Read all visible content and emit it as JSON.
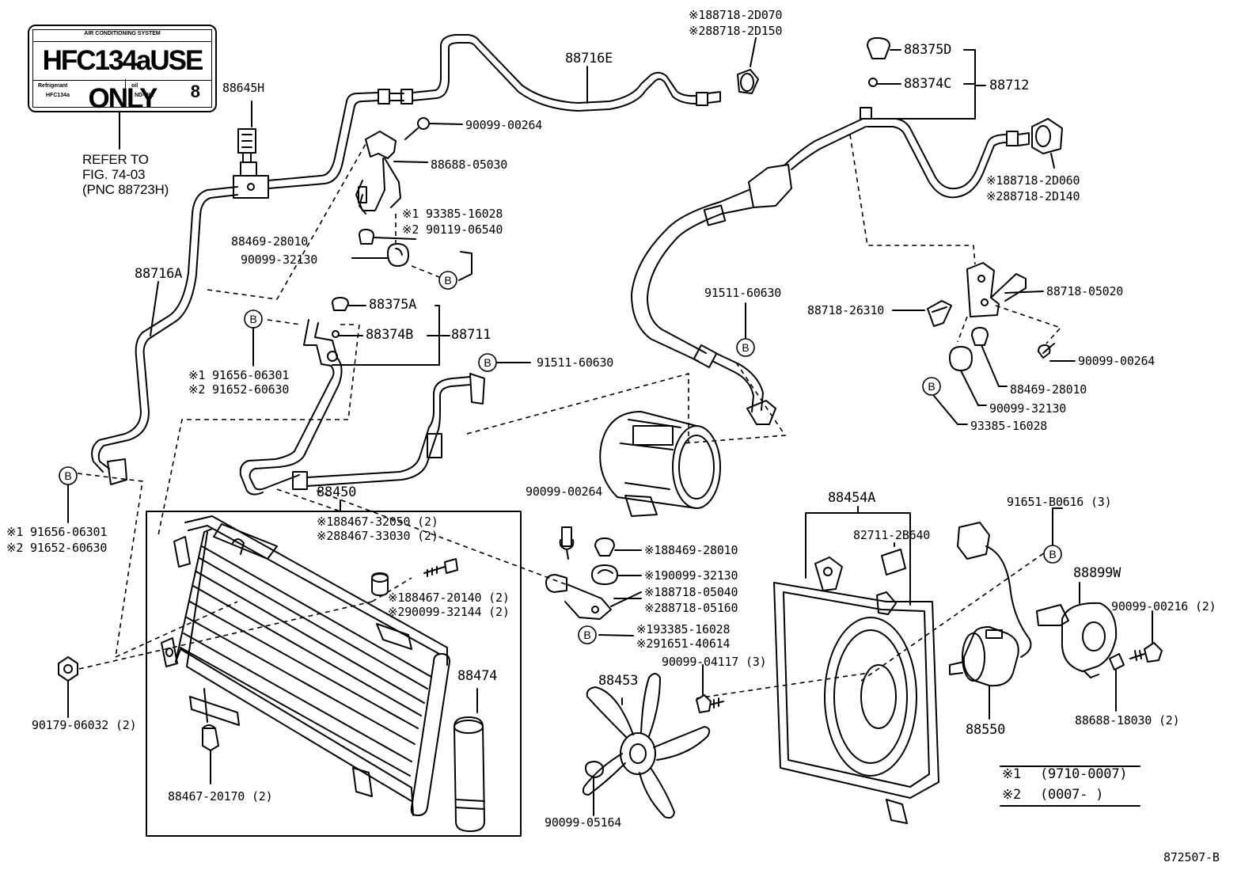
{
  "card": {
    "header": "AIR CONDITIONING SYSTEM",
    "main": "HFC134aUSE ONLY",
    "refrigerant_label": "Refrigerant",
    "refrigerant_value": "HFC134a",
    "oil_label": "oil",
    "oil_value": "ND-OIL",
    "oil_number": "8"
  },
  "refer_note": "REFER TO\nFIG. 74-03\n(PNC 88723H)",
  "parts": {
    "p88645H": "88645H",
    "p88716A": "88716A",
    "p88716E": "88716E",
    "p188718_2D070": "※188718-2D070",
    "p288718_2D150": "※288718-2D150",
    "p90099_00264_a": "90099-00264",
    "p88688_05030": "88688-05030",
    "p193385_16028_a": "※1 93385-16028",
    "p290119_06540": "※2 90119-06540",
    "p88469_28010_a": "88469-28010",
    "p90099_32130_a": "90099-32130",
    "p88375A": "88375A",
    "p88374B": "88374B",
    "p88711": "88711",
    "p191656_06301_a": "※1 91656-06301",
    "p291652_60630_a": "※2 91652-60630",
    "p91511_60630_a": "91511-60630",
    "p91511_60630_b": "91511-60630",
    "p191656_06301_b": "※1 91656-06301",
    "p291652_60630_b": "※2 91652-60630",
    "p88450": "88450",
    "p188467_32050": "※188467-32050 (2)",
    "p288467_33030": "※288467-33030 (2)",
    "p188467_20140": "※188467-20140 (2)",
    "p290099_32144": "※290099-32144 (2)",
    "p88474": "88474",
    "p90179_06032": "90179-06032 (2)",
    "p88467_20170": "88467-20170 (2)",
    "p88375D": "88375D",
    "p88374C": "88374C",
    "p88712": "88712",
    "p188718_2D060": "※188718-2D060",
    "p288718_2D140": "※288718-2D140",
    "p88718_26310": "88718-26310",
    "p88718_05020": "88718-05020",
    "p90099_00264_b": "90099-00264",
    "p88469_28010_b": "88469-28010",
    "p90099_32130_b": "90099-32130",
    "p93385_16028": "93385-16028",
    "p90099_00264_c": "90099-00264",
    "p188469_28010": "※188469-28010",
    "p190099_32130": "※190099-32130",
    "p188718_05040": "※188718-05040",
    "p288718_05160": "※288718-05160",
    "p193385_16028_b": "※193385-16028",
    "p291651_40614": "※291651-40614",
    "p90099_04117": "90099-04117 (3)",
    "p88453": "88453",
    "p90099_05164": "90099-05164",
    "p88454A": "88454A",
    "p82711_2B640": "82711-2B640",
    "p91651_B0616": "91651-B0616 (3)",
    "p88899W": "88899W",
    "p90099_00216": "90099-00216 (2)",
    "p88688_18030": "88688-18030 (2)",
    "p88550": "88550"
  },
  "legend": {
    "row1_mark": "※1",
    "row1_range": "(9710-0007)",
    "row2_mark": "※2",
    "row2_range": "(0007-       )"
  },
  "callout_letter": "B",
  "figure_number": "872507-B"
}
